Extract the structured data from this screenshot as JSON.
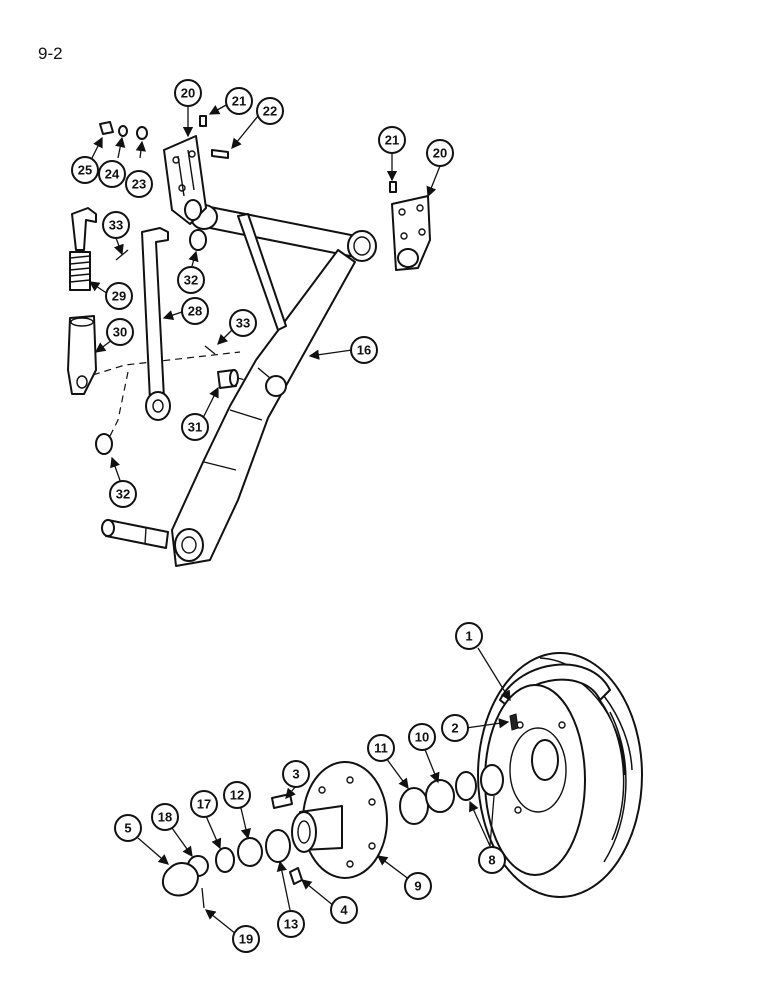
{
  "page": {
    "number": "9-2"
  },
  "callouts": [
    "1",
    "2",
    "3",
    "4",
    "5",
    "8",
    "9",
    "10",
    "11",
    "12",
    "13",
    "16",
    "17",
    "18",
    "19",
    "20",
    "21",
    "22",
    "23",
    "24",
    "25",
    "28",
    "29",
    "30",
    "31",
    "32",
    "33"
  ]
}
